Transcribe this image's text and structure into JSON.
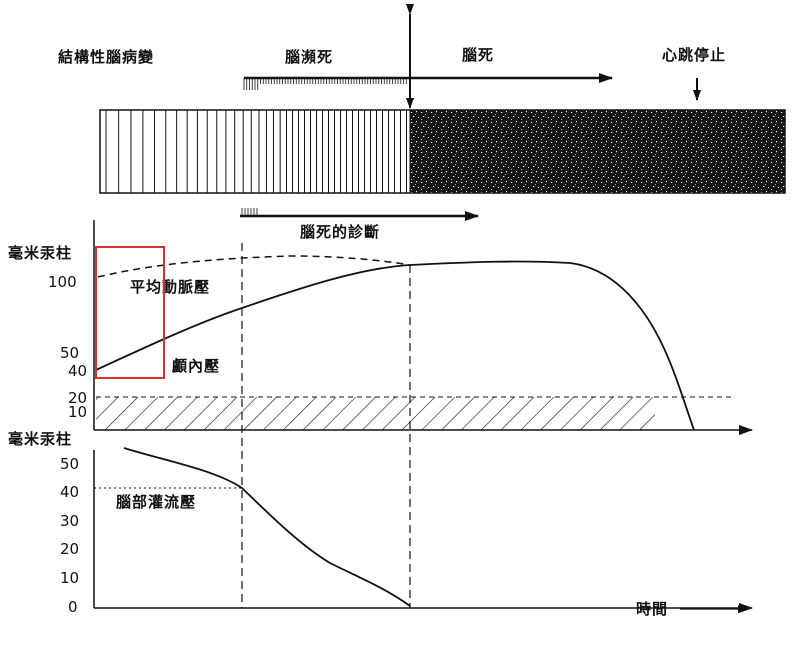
{
  "top_labels": {
    "structural_lesion": "結構性腦病變",
    "near_brain_death": "腦瀕死",
    "brain_death": "腦死",
    "cardiac_arrest": "心跳停止",
    "diagnosis": "腦死的診斷"
  },
  "pressure_chart": {
    "ylabel": "毫米汞柱",
    "y_ticks": [
      "100",
      "50",
      "40",
      "20",
      "10"
    ],
    "map_label": "平均動脈壓",
    "icp_label": "顱內壓"
  },
  "perfusion_chart": {
    "ylabel": "毫米汞柱",
    "y_ticks": [
      "50",
      "40",
      "30",
      "20",
      "10",
      "0"
    ],
    "cpp_label": "腦部灌流壓",
    "xlabel": "時間"
  },
  "colors": {
    "ink": "#111111",
    "highlight_box": "#d9302c"
  }
}
